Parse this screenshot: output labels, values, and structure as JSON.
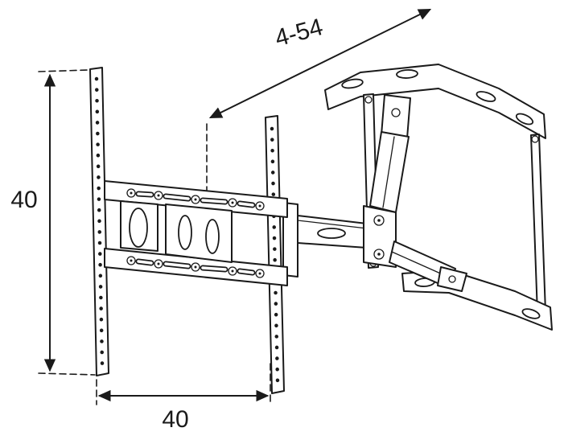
{
  "diagram": {
    "dimension_labels": {
      "extension_range": "4-54",
      "height": "40",
      "width": "40"
    },
    "colors": {
      "line": "#1a1a1a",
      "background": "#ffffff"
    }
  }
}
